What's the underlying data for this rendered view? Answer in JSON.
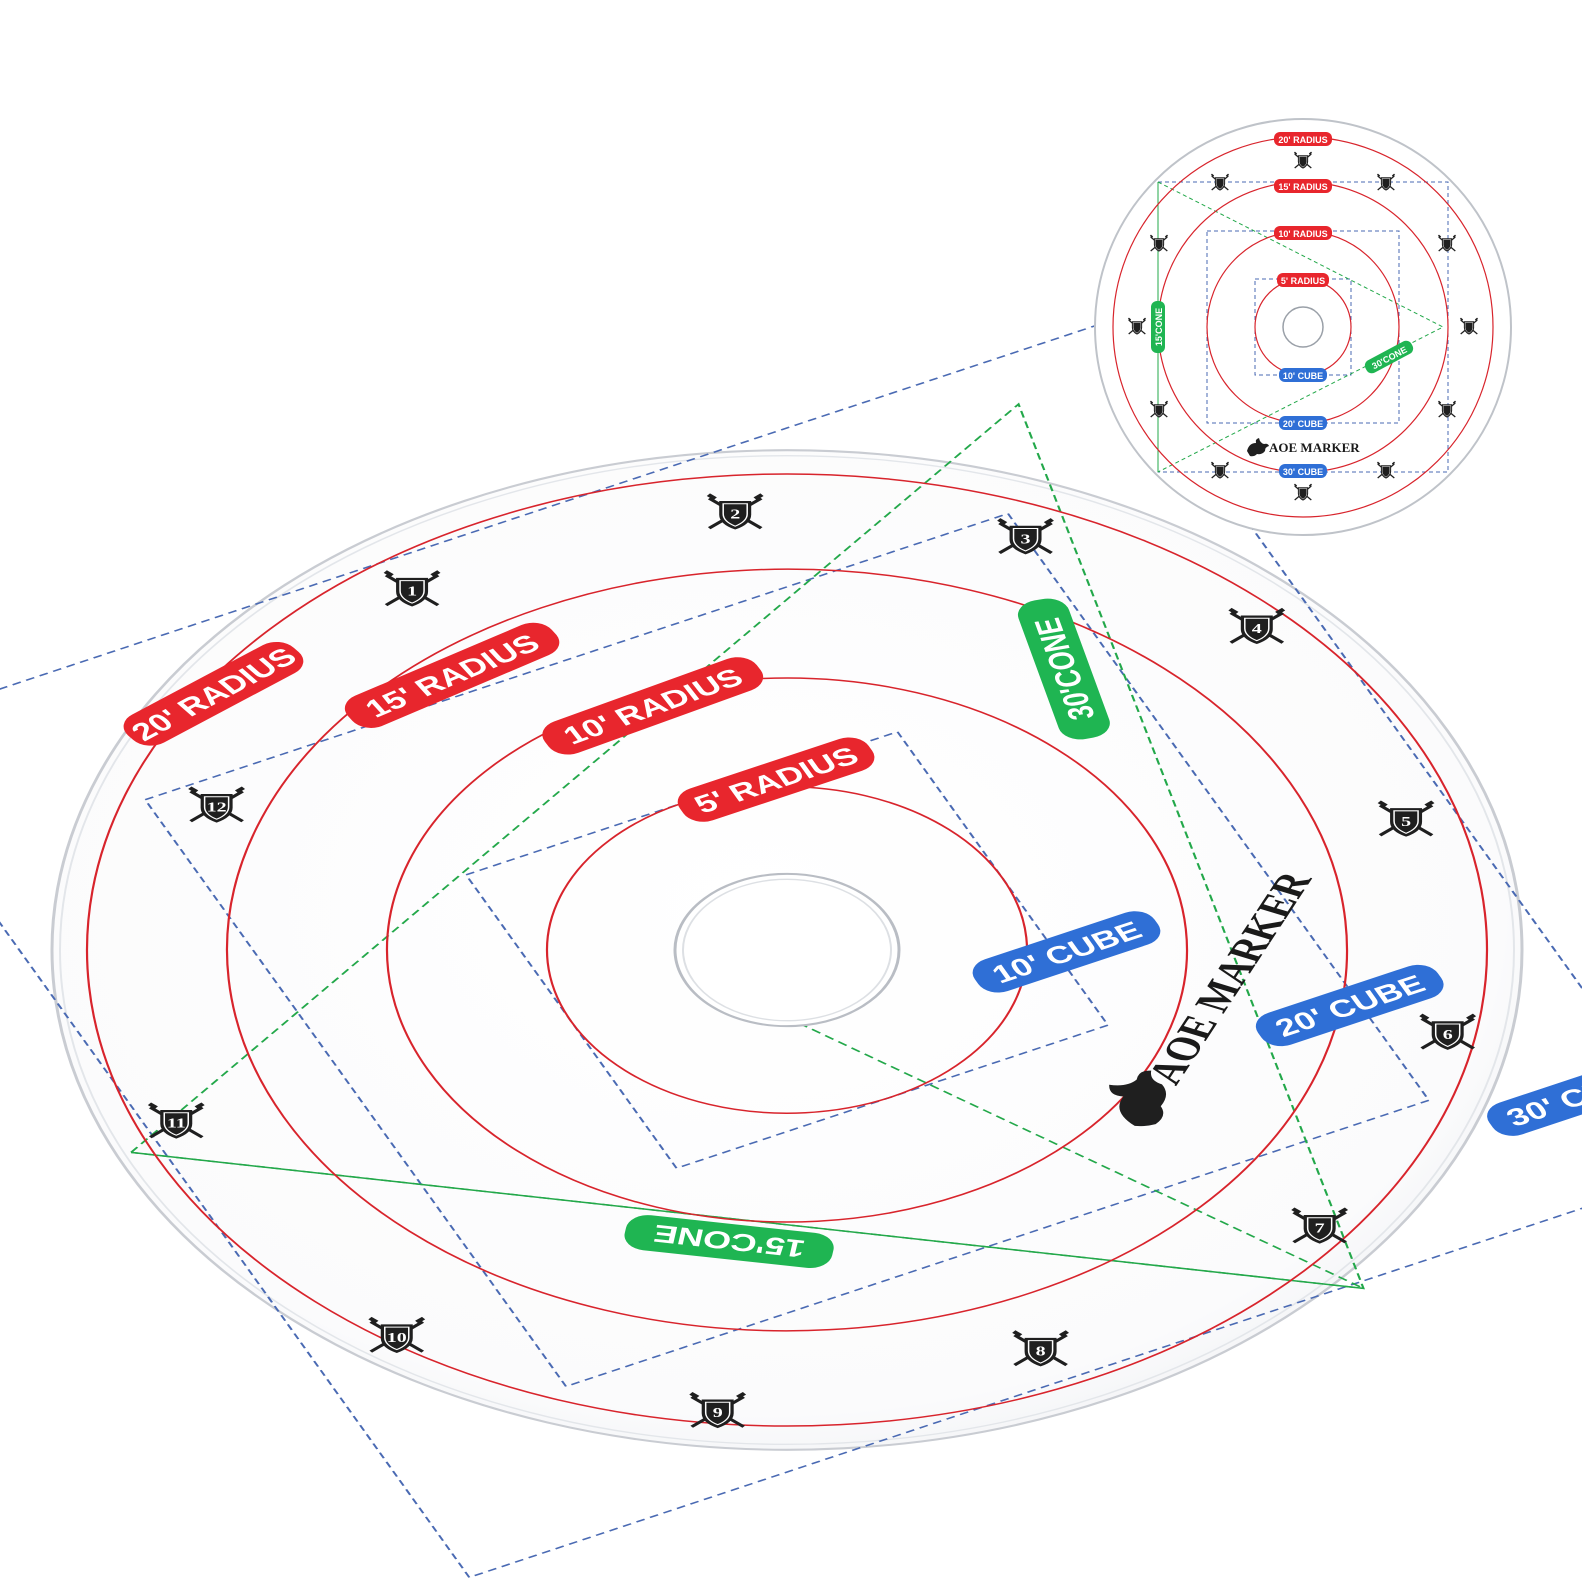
{
  "brand": {
    "name": "AOE MARKER"
  },
  "colors": {
    "radius": "#e8262d",
    "cube": "#2f6fd6",
    "cone": "#1fb552",
    "ring_line": "#d8242c",
    "cube_line": "#4a6ab3",
    "cone_line": "#23a84a",
    "shield": "#1f1f1f"
  },
  "labels": {
    "r20": "20' RADIUS",
    "r15": "15' RADIUS",
    "r10": "10' RADIUS",
    "r5": "5' RADIUS",
    "c10": "10' CUBE",
    "c20": "20' CUBE",
    "c30": "30' CUBE",
    "cone30": "30'CONE",
    "cone15": "15'CONE"
  },
  "markers": [
    "1",
    "2",
    "3",
    "4",
    "5",
    "6",
    "7",
    "8",
    "9",
    "10",
    "11",
    "12"
  ]
}
